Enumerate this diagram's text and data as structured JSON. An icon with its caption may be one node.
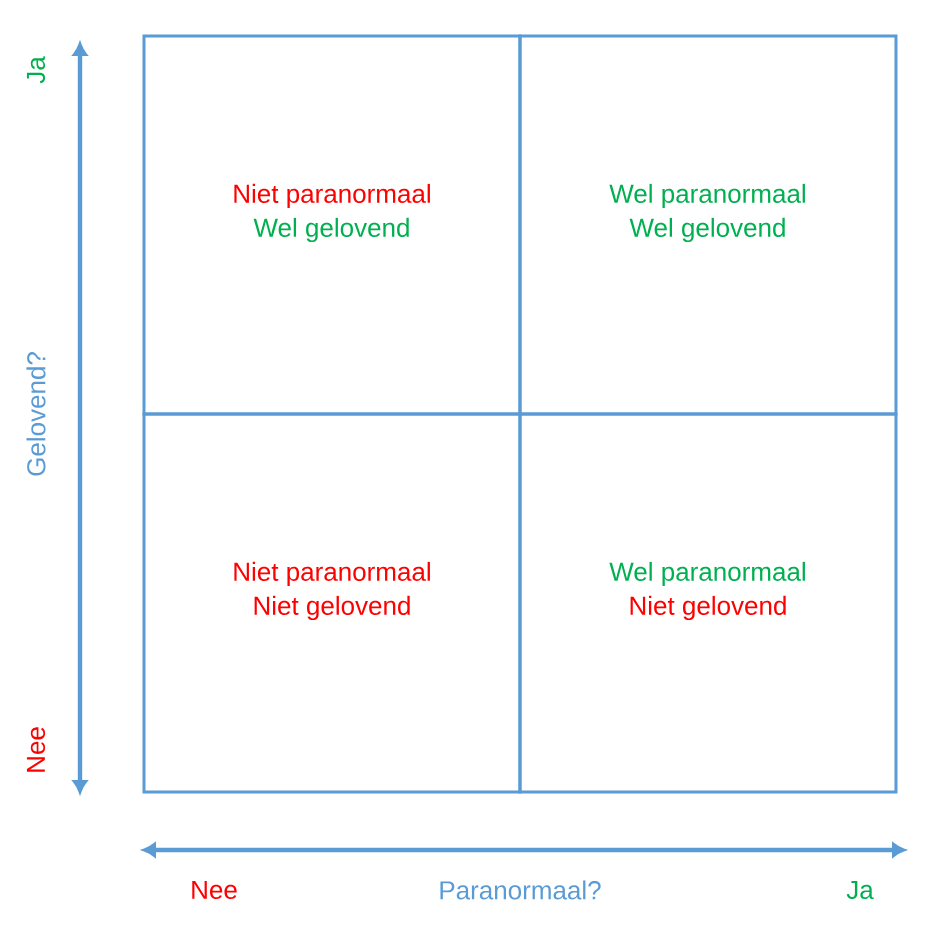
{
  "diagram": {
    "nodes": [
      {
        "text": [
          "Niet paranormaal",
          "Wel gelovend"
        ]
      },
      {
        "text": [
          "Wel paranormaal",
          "Wel gelovend"
        ]
      },
      {
        "text": [
          "Niet paranormaal",
          "Niet gelovend"
        ]
      },
      {
        "text": [
          "Wel paranormaal",
          "Niet gelovend"
        ]
      }
    ],
    "labels": [
      "Ja",
      "Gelovend?",
      "Nee",
      "Nee",
      "Paranormaal?",
      "Ja"
    ]
  }
}
